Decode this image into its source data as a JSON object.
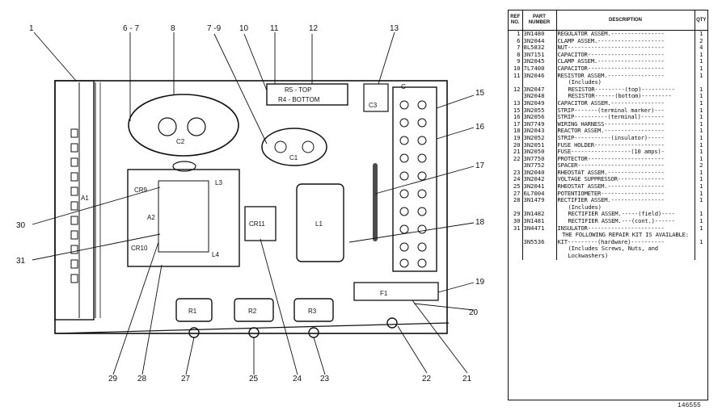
{
  "callouts": [
    "1",
    "6 - 7",
    "8",
    "7 -9",
    "10",
    "11",
    "12",
    "13",
    "15",
    "16",
    "17",
    "18",
    "19",
    "20",
    "21",
    "22",
    "23",
    "24",
    "25",
    "27",
    "28",
    "29",
    "30",
    "31"
  ],
  "board_labels": {
    "r5_r4": [
      "R5 - TOP",
      "R4 - BOTTOM"
    ],
    "c1": "C1",
    "c2": "C2",
    "c3": "C3",
    "cr9": "CR9",
    "cr10": "CR10",
    "l3": "L3",
    "l4": "L4",
    "a2": "A2",
    "cr11": "CR11",
    "l1": "L1",
    "a1": "A1",
    "r1": "R1",
    "r2": "R2",
    "r3": "R3",
    "f1": "F1",
    "c": "C"
  },
  "parts_list": {
    "headers": [
      "REF NO.",
      "PART NUMBER",
      "DESCRIPTION",
      "QTY"
    ],
    "rows": [
      {
        "ref": "1",
        "part": "3N1480",
        "desc": "REGULATOR ASSEM.----------------",
        "qty": "1"
      },
      {
        "ref": "6",
        "part": "3N2044",
        "desc": "CLAMP ASSEM.--------------------",
        "qty": "2"
      },
      {
        "ref": "7",
        "part": "8L5832",
        "desc": "NUT-----------------------------",
        "qty": "4"
      },
      {
        "ref": "8",
        "part": "3N7151",
        "desc": "CAPACITOR-----------------------",
        "qty": "1"
      },
      {
        "ref": "9",
        "part": "3N2045",
        "desc": "CLAMP ASSEM.--------------------",
        "qty": "1"
      },
      {
        "ref": "10",
        "part": "7L7400",
        "desc": "CAPACITOR-----------------------",
        "qty": "1"
      },
      {
        "ref": "11",
        "part": "3N2046",
        "desc": "RESISTOR ASSEM.-----------------",
        "qty": "1"
      },
      {
        "ref": "",
        "part": "",
        "desc": "(Includes)",
        "qty": "",
        "indent": true
      },
      {
        "ref": "12",
        "part": "3N2047",
        "desc": "RESISTOR---------(top)----------",
        "qty": "1",
        "indent": true
      },
      {
        "ref": "",
        "part": "3N2048",
        "desc": "RESISTOR------(bottom)---------",
        "qty": "1",
        "indent": true
      },
      {
        "ref": "13",
        "part": "3N2049",
        "desc": "CAPACITOR ASSEM.----------------",
        "qty": "1"
      },
      {
        "ref": "15",
        "part": "3N2055",
        "desc": "STRIP-------(terminal marker)---",
        "qty": "1"
      },
      {
        "ref": "16",
        "part": "3N2056",
        "desc": "STRIP----------(terminal)-------",
        "qty": "1"
      },
      {
        "ref": "17",
        "part": "3N7749",
        "desc": "WIRING HARNESS------------------",
        "qty": "1"
      },
      {
        "ref": "18",
        "part": "3N2043",
        "desc": "REACTOR ASSEM.------------------",
        "qty": "1"
      },
      {
        "ref": "19",
        "part": "3N2052",
        "desc": "STRIP-----------(insulator)-----",
        "qty": "1"
      },
      {
        "ref": "20",
        "part": "3N2051",
        "desc": "FUSE HOLDER---------------------",
        "qty": "1"
      },
      {
        "ref": "21",
        "part": "3N2050",
        "desc": "FUSE------------------(10 amps)-",
        "qty": "1"
      },
      {
        "ref": "22",
        "part": "3N7750",
        "desc": "PROTECTOR-----------------------",
        "qty": "1"
      },
      {
        "ref": "",
        "part": "3N7752",
        "desc": "SPACER--------------------------",
        "qty": "2"
      },
      {
        "ref": "23",
        "part": "3N2040",
        "desc": "RHEOSTAT ASSEM.-----------------",
        "qty": "1"
      },
      {
        "ref": "24",
        "part": "3N2042",
        "desc": "VOLTAGE SUPPRESSOR--------------",
        "qty": "1"
      },
      {
        "ref": "25",
        "part": "3N2041",
        "desc": "RHEOSTAT ASSEM.-----------------",
        "qty": "1"
      },
      {
        "ref": "27",
        "part": "6L7004",
        "desc": "POTENTIOMETER-------------------",
        "qty": "1"
      },
      {
        "ref": "28",
        "part": "3N1479",
        "desc": "RECTIFIER ASSEM.----------------",
        "qty": "1"
      },
      {
        "ref": "",
        "part": "",
        "desc": "(Includes)",
        "qty": "",
        "indent": true
      },
      {
        "ref": "29",
        "part": "3N1482",
        "desc": "RECTIFIER ASSEM.-----(field)----",
        "qty": "1",
        "indent": true
      },
      {
        "ref": "30",
        "part": "3N1481",
        "desc": "RECTIFIER ASSEM.---(cont.)------",
        "qty": "1",
        "indent": true
      },
      {
        "ref": "31",
        "part": "3N4471",
        "desc": "INSULATOR-----------------------",
        "qty": "1"
      },
      {
        "ref": "",
        "part": "",
        "desc": "THE FOLLOWING REPAIR KIT IS AVAILABLE:",
        "qty": "",
        "note": true
      },
      {
        "ref": "",
        "part": "3N5536",
        "desc": "KIT---------(hardware)----------",
        "qty": "1"
      },
      {
        "ref": "",
        "part": "",
        "desc": "(Includes Screws, Nuts, and",
        "qty": "",
        "indent": true
      },
      {
        "ref": "",
        "part": "",
        "desc": "Lockwashers)",
        "qty": "",
        "indent": true
      }
    ]
  },
  "figure_number": "146555"
}
